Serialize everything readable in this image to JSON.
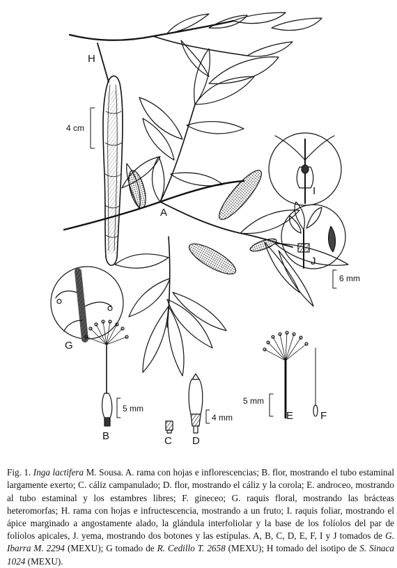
{
  "figure": {
    "labels": {
      "A": "A",
      "B": "B",
      "C": "C",
      "D": "D",
      "E": "E",
      "F": "F",
      "G": "G",
      "H": "H",
      "I": "I",
      "J": "J"
    },
    "scales": {
      "h": "4 cm",
      "b": "5 mm",
      "d": "4 mm",
      "j": "6 mm",
      "e": "5 mm"
    }
  },
  "caption": {
    "fig_number": "Fig. 1.",
    "species": "Inga lactifera",
    "authority": " M. Sousa. A. rama con hojas e inflorescencias; B. flor, mostrando el tubo estaminal largamente exerto; C. cáliz campanulado; D. flor, mostrando el cáliz y la corola; E. androceo, mostrando al tubo estaminal y los estambres libres; F. gineceo; G. raquis floral, mostrando las brácteas heteromorfas; H. rama con hojas e infructescencia, mostrando a un fruto; I. raquis foliar, mostrando el ápice marginado a angostamente alado, la glándula interfoliolar y la base de los folíolos del par de folíolos apicales, J. yema, mostrando dos botones y las estípulas. A, B, C, D, E, F, I y J tomados de ",
    "collector1": "G. Ibarra M. 2294",
    "mid1": " (MEXU); G tomado de ",
    "collector2": "R. Cedillo T. 2658",
    "mid2": " (MEXU); H tomado del isotipo de ",
    "collector3": "S. Sinaca 1024",
    "end": " (MEXU)."
  }
}
